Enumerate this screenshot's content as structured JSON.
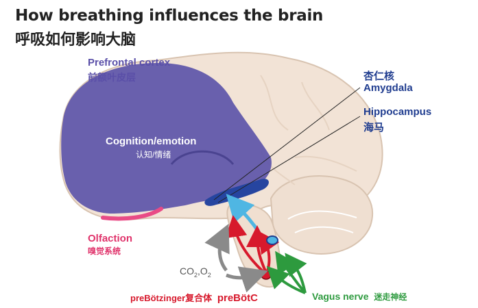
{
  "header": {
    "title": "How breathing influences the brain",
    "title_zh": "呼吸如何影响大脑"
  },
  "labels": {
    "prefrontal_en": "Prefrontal cortex",
    "prefrontal_zh": "前额叶皮层",
    "amygdala_zh": "杏仁核",
    "amygdala_en": "Amygdala",
    "hippocampus_en": "Hippocampus",
    "hippocampus_zh": "海马",
    "cognition_en": "Cognition/emotion",
    "cognition_zh": "认知/情绪",
    "olfaction_en": "Olfaction",
    "olfaction_zh": "嗅觉系统",
    "gases_co2": "CO",
    "gases_sub2": "2",
    "gases_sep": ",O",
    "gases_sub2b": "2",
    "prebotz_en": "preBötzinger",
    "prebotz_zh": "复合体",
    "prebotz_short": "preBötC",
    "vagus_en": "Vagus nerve",
    "vagus_zh": "迷走神经"
  },
  "colors": {
    "brain_fill": "#f2e3d6",
    "brain_stroke": "#d8c3b0",
    "prefrontal": "#5d55a9",
    "amygdala": "#2645a0",
    "olfaction": "#e94b86",
    "red_arrow": "#d7192c",
    "green_arrow": "#2d9a3e",
    "cyan_arrow": "#4fb6e3",
    "gray_arrow": "#8a8a8a"
  }
}
